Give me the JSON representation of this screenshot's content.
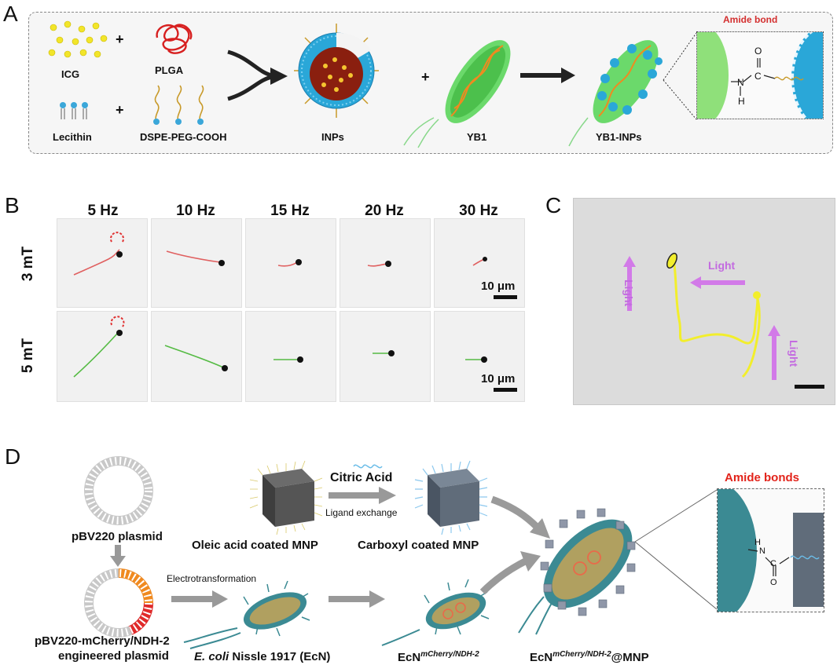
{
  "panels": {
    "a": {
      "letter": "A",
      "items": {
        "icg": "ICG",
        "plga": "PLGA",
        "lecithin": "Lecithin",
        "dspe": "DSPE-PEG-COOH",
        "inps": "INPs",
        "yb1": "YB1",
        "yb1_inps": "YB1-INPs",
        "amide_bond": "Amide bond",
        "plus1": "+",
        "plus2": "+",
        "plus3": "+",
        "chem_o": "O",
        "chem_c": "C",
        "chem_n": "N",
        "chem_h": "H"
      }
    },
    "b": {
      "letter": "B",
      "frequencies": [
        "5 Hz",
        "10 Hz",
        "15 Hz",
        "20 Hz",
        "30 Hz"
      ],
      "fields": [
        "3 mT",
        "5 mT"
      ],
      "scale_bar": "10 μm"
    },
    "c": {
      "letter": "C",
      "light_labels": [
        "Light",
        "Light",
        "Light"
      ]
    },
    "d": {
      "letter": "D",
      "citric_acid": "Citric Acid",
      "ligand_exchange": "Ligand exchange",
      "pbv220": "pBV220 plasmid",
      "oleic": "Oleic acid coated MNP",
      "carboxyl": "Carboxyl coated MNP",
      "electro": "Electrotransformation",
      "engineered_1": "pBV220-mCherry/NDH-2",
      "engineered_2": "engineered plasmid",
      "ecoli_italic": "E. coli",
      "ecoli_rest": " Nissle 1917 (EcN)",
      "ecn_base": "EcN",
      "ecn_sup": "mCherry/NDH-2",
      "ecn_mnp_base": "EcN",
      "ecn_mnp_sup": "mCherry/NDH-2",
      "ecn_mnp_suffix": "@MNP",
      "amide_bonds": "Amide bonds",
      "chem_o": "O",
      "chem_c": "C",
      "chem_n": "N",
      "chem_h": "H"
    }
  },
  "colors": {
    "red_label": "#e2231a",
    "light_arrow": "#d27ae8",
    "track_red": "#e06060",
    "track_green": "#55bb44",
    "track_yellow": "#f2ee2c",
    "bacteria_green": "#5cd65c",
    "bacteria_teal": "#3b8a93",
    "nanoparticle_blue": "#2aa7d8"
  },
  "icons": [
    "plasmid-ring-icon",
    "nanocube-icon",
    "bacterium-icon",
    "arrow-icon",
    "scale-bar-icon"
  ]
}
